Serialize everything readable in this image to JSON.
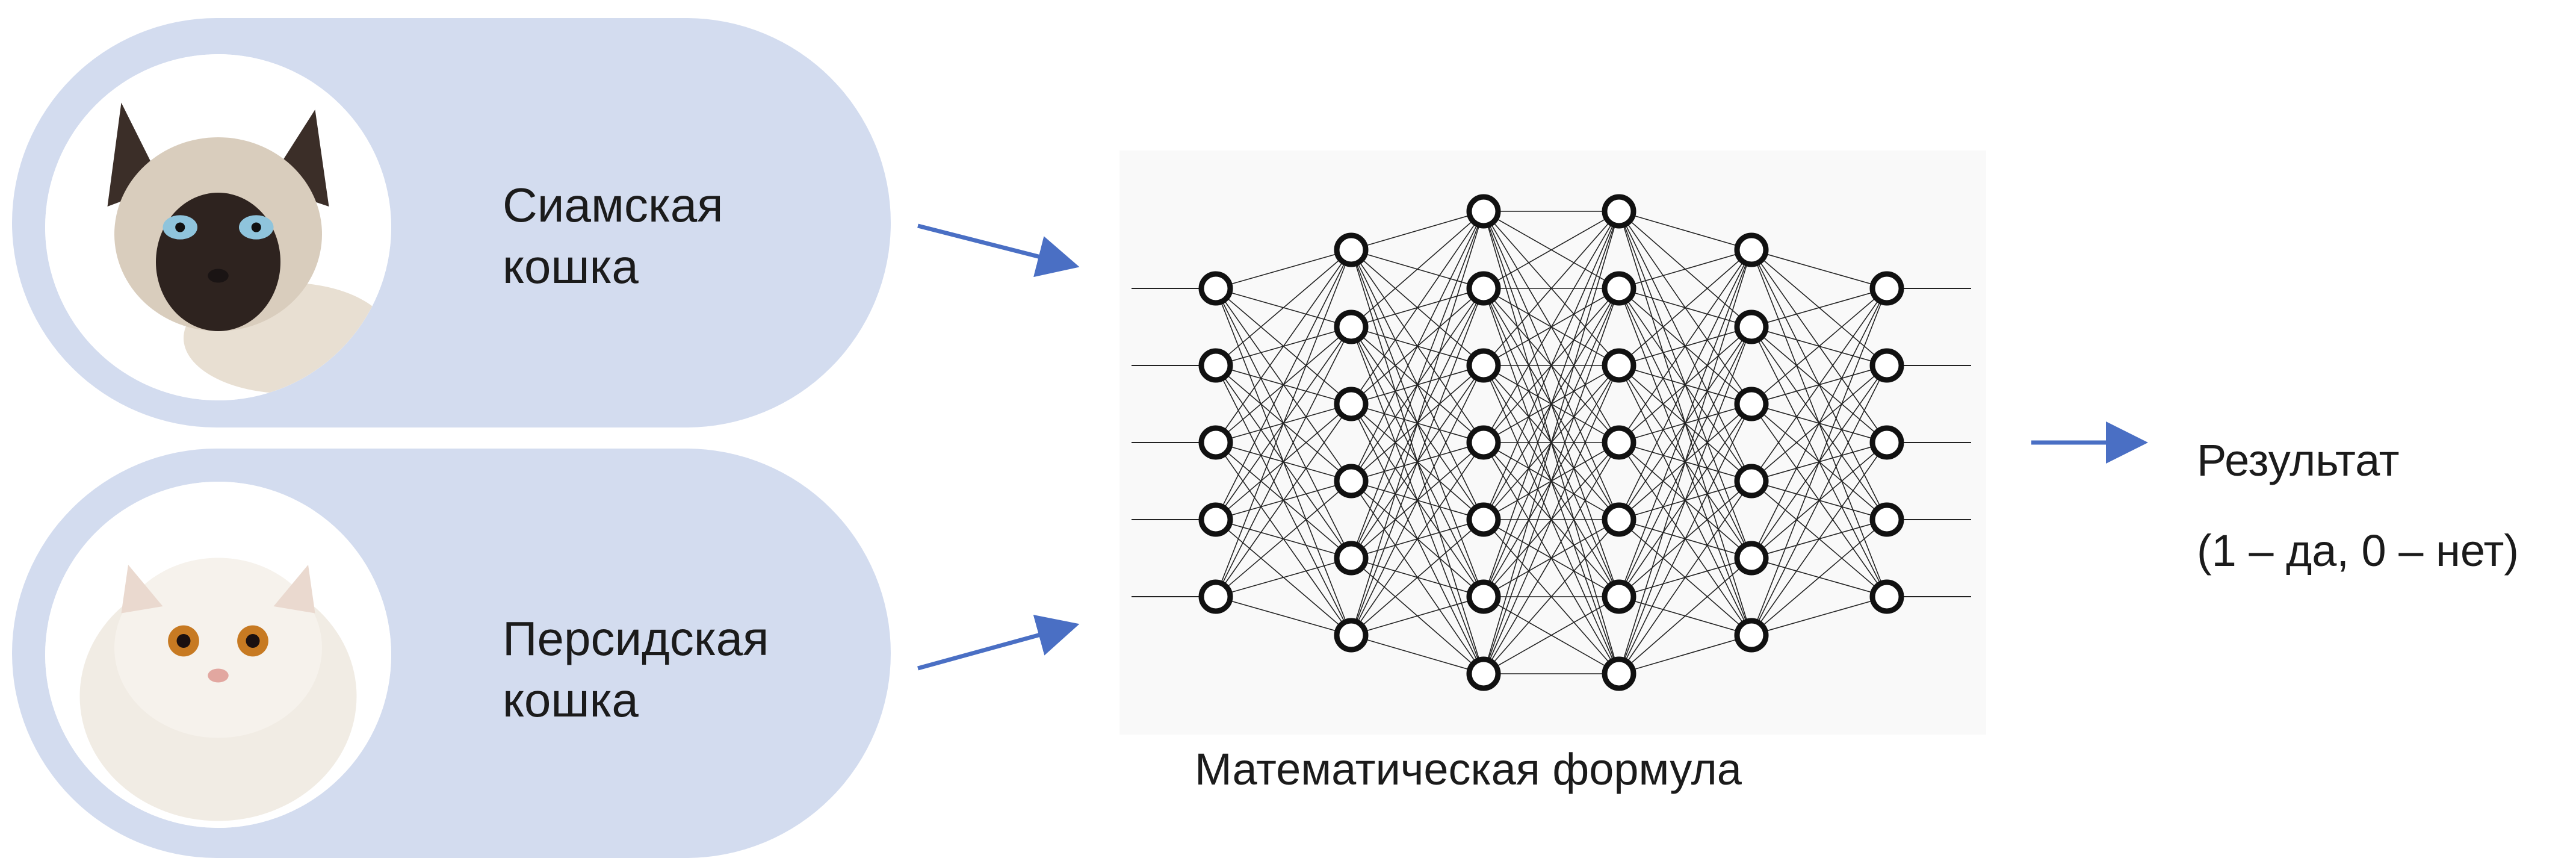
{
  "inputs": [
    {
      "label_line1": "Сиамская",
      "label_line2": "кошка",
      "photo_icon": "siamese-cat-photo"
    },
    {
      "label_line1": "Персидская",
      "label_line2": "кошка",
      "photo_icon": "persian-cat-photo"
    }
  ],
  "network": {
    "caption": "Математическая формула",
    "layer_sizes": [
      5,
      6,
      7,
      7,
      6,
      5
    ]
  },
  "output": {
    "line1": "Результат",
    "line2": "(1 – да, 0 – нет)"
  },
  "colors": {
    "pill": "#d3dcef",
    "arrow": "#4a6fc4",
    "node_stroke": "#111111",
    "edge": "#222222"
  }
}
